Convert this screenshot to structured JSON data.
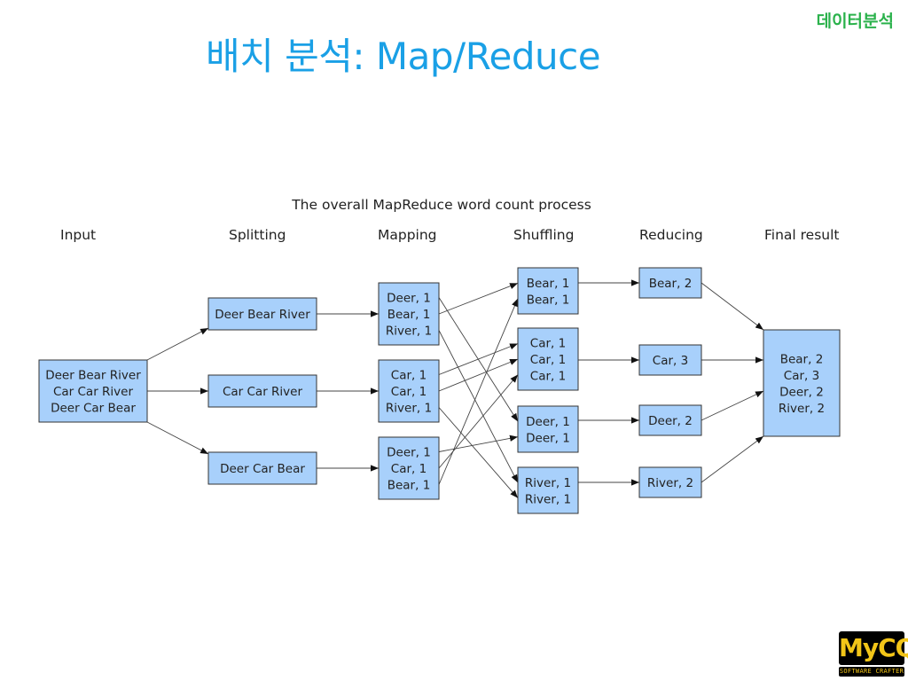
{
  "header": {
    "tag": "데이터분석",
    "title": "배치 분석: Map/Reduce"
  },
  "diagram": {
    "caption": "The overall MapReduce word count process",
    "stages": [
      "Input",
      "Splitting",
      "Mapping",
      "Shuffling",
      "Reducing",
      "Final result"
    ],
    "input": [
      "Deer Bear River",
      "Car Car River",
      "Deer Car Bear"
    ],
    "splits": [
      [
        "Deer Bear River"
      ],
      [
        "Car Car River"
      ],
      [
        "Deer Car Bear"
      ]
    ],
    "mappings": [
      [
        "Deer, 1",
        "Bear, 1",
        "River, 1"
      ],
      [
        "Car, 1",
        "Car, 1",
        "River, 1"
      ],
      [
        "Deer, 1",
        "Car, 1",
        "Bear, 1"
      ]
    ],
    "shuffles": [
      [
        "Bear, 1",
        "Bear, 1"
      ],
      [
        "Car, 1",
        "Car, 1",
        "Car, 1"
      ],
      [
        "Deer, 1",
        "Deer, 1"
      ],
      [
        "River, 1",
        "River, 1"
      ]
    ],
    "reduces": [
      [
        "Bear, 2"
      ],
      [
        "Car, 3"
      ],
      [
        "Deer, 2"
      ],
      [
        "River, 2"
      ]
    ],
    "final": [
      "Bear, 2",
      "Car, 3",
      "Deer, 2",
      "River, 2"
    ]
  },
  "logo": {
    "text": "MyCQ",
    "subtext": "SOFTWARE CRAFTER"
  }
}
